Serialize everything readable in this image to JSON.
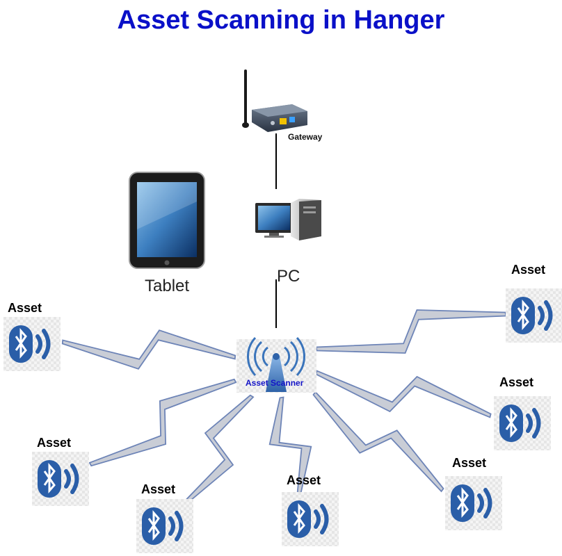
{
  "title": "Asset Scanning in Hanger",
  "gateway": {
    "label": "Gateway"
  },
  "pc": {
    "label": "PC"
  },
  "tablet": {
    "label": "Tablet"
  },
  "scanner": {
    "label": "Asset Scanner"
  },
  "assets": [
    {
      "label": "Asset"
    },
    {
      "label": "Asset"
    },
    {
      "label": "Asset"
    },
    {
      "label": "Asset"
    },
    {
      "label": "Asset"
    },
    {
      "label": "Asset"
    },
    {
      "label": "Asset"
    }
  ],
  "colors": {
    "title": "#0a10c8",
    "scanner_text": "#1414c8",
    "bolt_fill": "#c9cdd6",
    "bolt_stroke": "#6d84b7",
    "bluetooth_blue": "#2a5ea8",
    "line": "#000000"
  },
  "icons": {
    "gateway": "router-icon",
    "pc": "desktop-computer-icon",
    "tablet": "tablet-icon",
    "scanner": "wireless-antenna-icon",
    "asset": "bluetooth-icon"
  }
}
